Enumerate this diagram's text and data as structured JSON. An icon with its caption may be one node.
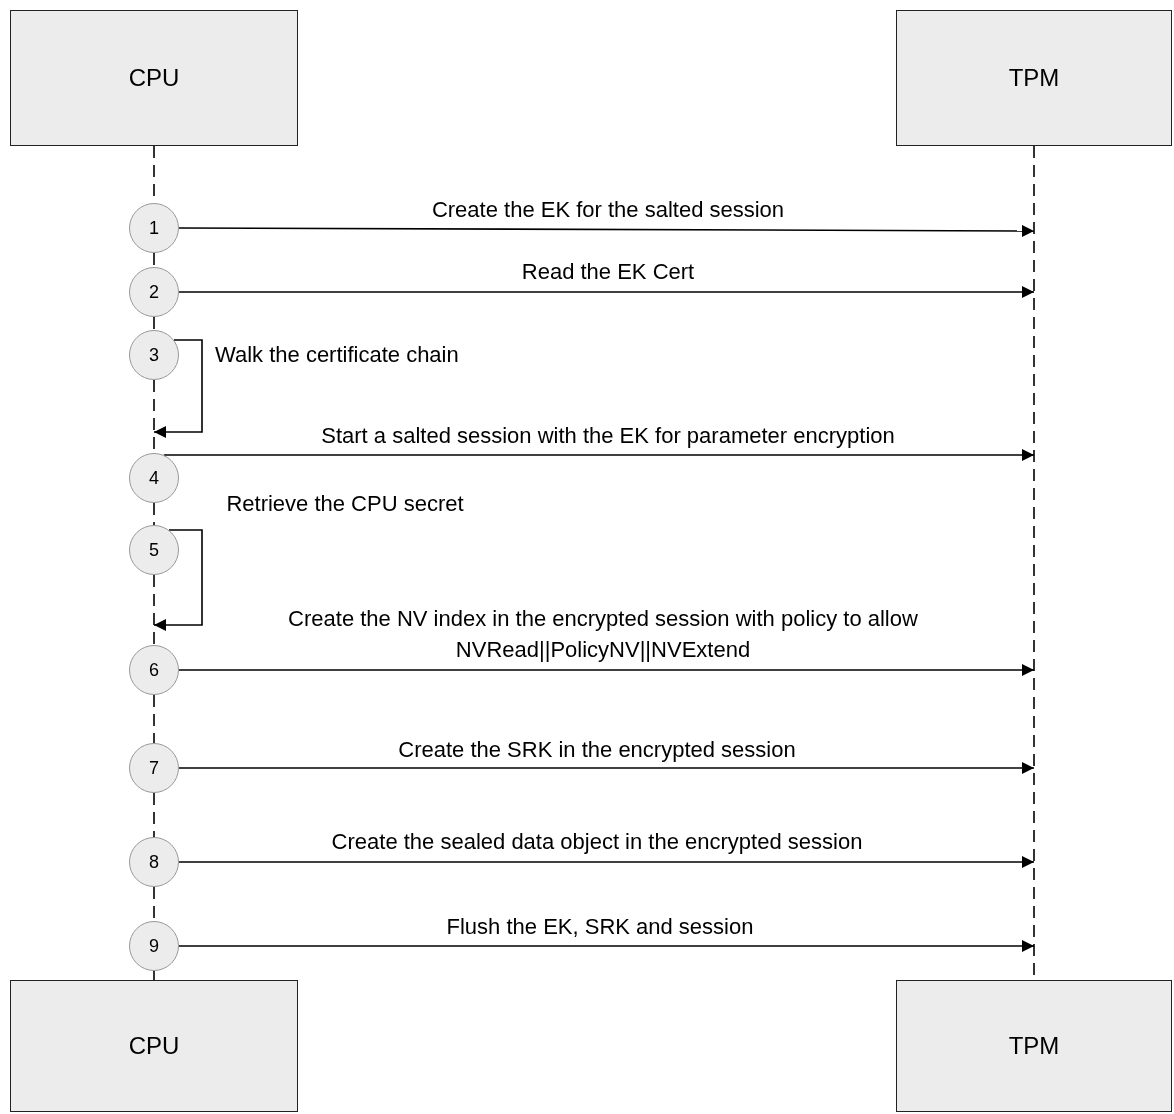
{
  "diagram": {
    "nodes": [
      {
        "text": [
          "CPU"
        ]
      },
      {
        "text": [
          "TPM"
        ]
      },
      {
        "text": [
          "1"
        ]
      },
      {
        "text": [
          "2"
        ]
      },
      {
        "text": [
          "3"
        ]
      },
      {
        "text": [
          "4"
        ]
      },
      {
        "text": [
          "5"
        ]
      },
      {
        "text": [
          "6"
        ]
      },
      {
        "text": [
          "7"
        ]
      },
      {
        "text": [
          "8"
        ]
      },
      {
        "text": [
          "9"
        ]
      },
      {
        "text": [
          "CPU"
        ]
      },
      {
        "text": [
          "TPM"
        ]
      }
    ],
    "edges": [
      {
        "from": 1,
        "to": 12,
        "arrow": "none",
        "style": "dashed"
      },
      {
        "from": 0,
        "to": 2,
        "arrow": "none",
        "style": "dashed"
      },
      {
        "from": 2,
        "to": 3,
        "arrow": "none",
        "style": "dashed"
      },
      {
        "from": 3,
        "to": 4,
        "arrow": "none",
        "style": "dashed"
      },
      {
        "from": 4,
        "to": 5,
        "arrow": "none",
        "style": "dashed"
      },
      {
        "from": 5,
        "to": 6,
        "arrow": "none",
        "style": "dashed"
      },
      {
        "from": 6,
        "to": 7,
        "arrow": "none",
        "style": "dashed"
      },
      {
        "from": 7,
        "to": 8,
        "arrow": "none",
        "style": "dashed"
      },
      {
        "from": 8,
        "to": 9,
        "arrow": "none",
        "style": "dashed"
      },
      {
        "from": 9,
        "to": 10,
        "arrow": "none",
        "style": "dashed"
      },
      {
        "from": 10,
        "to": 11,
        "arrow": "none",
        "style": "dashed"
      },
      {
        "from": 2,
        "to": null,
        "arrow": "to",
        "label": "Create the EK for the salted session"
      },
      {
        "from": 3,
        "to": null,
        "arrow": "to",
        "label": "Read the EK Cert"
      },
      {
        "from": 4,
        "to": 5,
        "arrow": "to",
        "label": "Walk the certificate chain"
      },
      {
        "from": 5,
        "to": null,
        "arrow": "to",
        "label": "Start a salted session with the EK for parameter encryption"
      },
      {
        "from": 6,
        "to": 7,
        "arrow": "to",
        "label": "Retrieve the CPU secret"
      },
      {
        "from": 7,
        "to": null,
        "arrow": "to",
        "label": "Create the NV index in the encrypted session with policy to allow NVRead||PolicyNV||NVExtend"
      },
      {
        "from": 8,
        "to": null,
        "arrow": "to",
        "label": "Create the SRK in the encrypted session"
      },
      {
        "from": 9,
        "to": null,
        "arrow": "to",
        "label": "Create the sealed data object in the encrypted session"
      },
      {
        "from": 10,
        "to": null,
        "arrow": "to",
        "label": "Flush the EK, SRK and session"
      }
    ]
  }
}
